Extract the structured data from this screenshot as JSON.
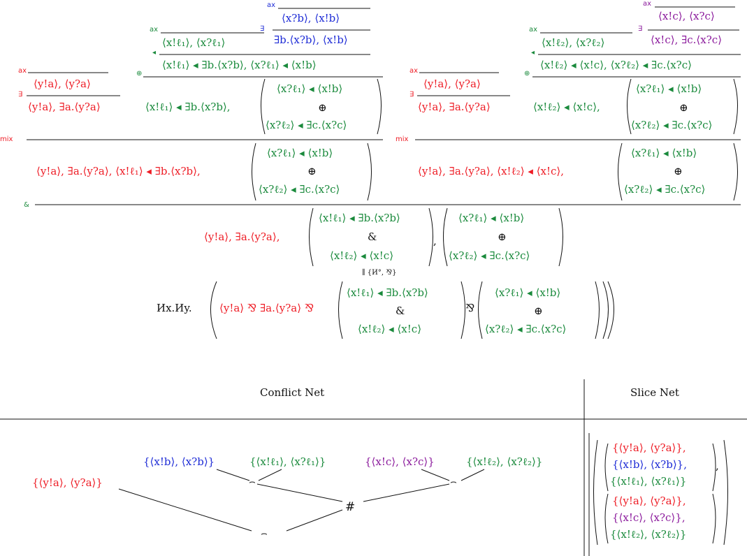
{
  "colors": {
    "red": "#ee1c25",
    "blue": "#1d2bd6",
    "green": "#1a8a3c",
    "purple": "#8b1a9c",
    "black": "#111111"
  },
  "proof": {
    "rules": {
      "ax": "ax",
      "exists": "∃",
      "tri": "◂",
      "oplus": "⊕",
      "mix": "mix",
      "with": "&"
    },
    "left": {
      "ax_top_right": "⟨x?b⟩, ⟨x!b⟩",
      "ex_concl_right": "∃b.⟨x?b⟩, ⟨x!b⟩",
      "ax_mid": "⟨x!ℓ₁⟩, ⟨x?ℓ₁⟩",
      "tri_concl": "⟨x!ℓ₁⟩ ◂ ∃b.⟨x?b⟩, ⟨x?ℓ₁⟩ ◂ ⟨x!b⟩",
      "ax_ya": "⟨y!a⟩, ⟨y?a⟩",
      "ex_ya": "⟨y!a⟩, ∃a.⟨y?a⟩",
      "oplus_concl_a": "⟨x!ℓ₁⟩ ◂ ∃b.⟨x?b⟩,",
      "mix_concl_a": "⟨y!a⟩, ∃a.⟨y?a⟩, ⟨x!ℓ₁⟩ ◂ ∃b.⟨x?b⟩,"
    },
    "right": {
      "ax_top_right": "⟨x!c⟩, ⟨x?c⟩",
      "ex_concl_right": "⟨x!c⟩, ∃c.⟨x?c⟩",
      "ax_mid": "⟨x!ℓ₂⟩, ⟨x?ℓ₂⟩",
      "tri_concl": "⟨x!ℓ₂⟩ ◂ ⟨x!c⟩, ⟨x?ℓ₂⟩ ◂ ∃c.⟨x?c⟩",
      "ax_ya": "⟨y!a⟩, ⟨y?a⟩",
      "ex_ya": "⟨y!a⟩, ∃a.⟨y?a⟩",
      "oplus_concl_a": "⟨x!ℓ₂⟩ ◂ ⟨x!c⟩,",
      "mix_concl_a": "⟨y!a⟩, ∃a.⟨y?a⟩, ⟨x!ℓ₂⟩ ◂ ⟨x!c⟩,"
    },
    "matrix_oplus": {
      "row1": "⟨x?ℓ₁⟩ ◂ ⟨x!b⟩",
      "mid": "⊕",
      "row2": "⟨x?ℓ₂⟩ ◂ ∃c.⟨x?c⟩"
    },
    "matrix_with": {
      "row1": "⟨x!ℓ₁⟩ ◂ ∃b.⟨x?b⟩",
      "mid": "&",
      "row2": "⟨x!ℓ₂⟩ ◂ ⟨x!c⟩"
    },
    "final_prefix": "⟨y!a⟩, ∃a.⟨y?a⟩,",
    "equiv_label": "∥ {И°, ⅋}",
    "term_prefix": "Иx.Иy.",
    "term_ya": "⟨y!a⟩ ⅋ ∃a.⟨y?a⟩ ⅋",
    "par": "⅋"
  },
  "table": {
    "col1_header": "Conflict Net",
    "col2_header": "Slice Net",
    "nodes": {
      "xb": "{⟨x!b⟩, ⟨x?b⟩}",
      "xl1": "{⟨x!ℓ₁⟩, ⟨x?ℓ₁⟩}",
      "xc": "{⟨x!c⟩, ⟨x?c⟩}",
      "xl2": "{⟨x!ℓ₂⟩, ⟨x?ℓ₂⟩}",
      "ya": "{⟨y!a⟩, ⟨y?a⟩}",
      "conflict": "#",
      "join": "⌢"
    },
    "slices": {
      "s1": [
        "{⟨y!a⟩, ⟨y?a⟩},",
        "{⟨x!b⟩, ⟨x?b⟩},",
        "{⟨x!ℓ₁⟩, ⟨x?ℓ₁⟩}"
      ],
      "s2": [
        "{⟨y!a⟩, ⟨y?a⟩},",
        "{⟨x!c⟩, ⟨x?c⟩},",
        "{⟨x!ℓ₂⟩, ⟨x?ℓ₂⟩}"
      ],
      "comma": ","
    }
  }
}
